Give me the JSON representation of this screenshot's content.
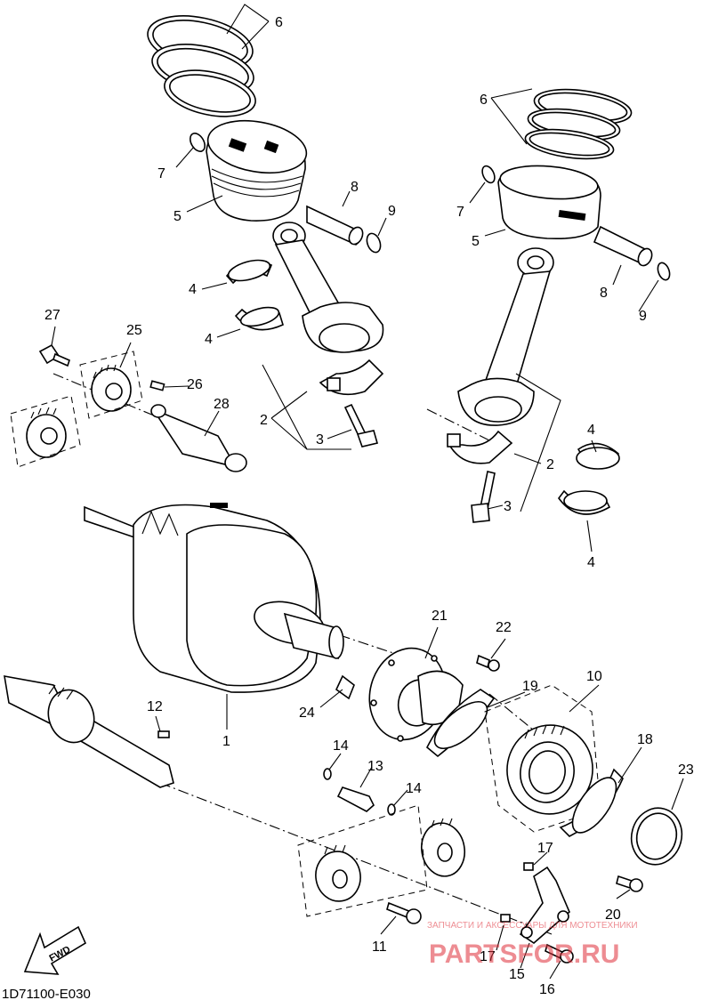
{
  "diagram_code": "1D71100-E030",
  "fwd_label": "FWD",
  "watermark": {
    "top_text": "ЗАПЧАСТИ И АКСЕССУАРЫ ДЛЯ МОТОТЕХНИКИ",
    "brand_text": "PARTSFOR.RU",
    "color": "#e0303a"
  },
  "callouts": {
    "c1": "1",
    "c2a": "2",
    "c2b": "2",
    "c3a": "3",
    "c3b": "3",
    "c4a": "4",
    "c4b": "4",
    "c4c": "4",
    "c4d": "4",
    "c5a": "5",
    "c5b": "5",
    "c6a": "6",
    "c6b": "6",
    "c7a": "7",
    "c7b": "7",
    "c8a": "8",
    "c8b": "8",
    "c9a": "9",
    "c9b": "9",
    "c10": "10",
    "c11": "11",
    "c12": "12",
    "c13": "13",
    "c14a": "14",
    "c14b": "14",
    "c15": "15",
    "c16": "16",
    "c17a": "17",
    "c17b": "17",
    "c18": "18",
    "c19": "19",
    "c20": "20",
    "c21": "21",
    "c22": "22",
    "c23": "23",
    "c24": "24",
    "c25": "25",
    "c26": "26",
    "c27": "27",
    "c28": "28"
  }
}
